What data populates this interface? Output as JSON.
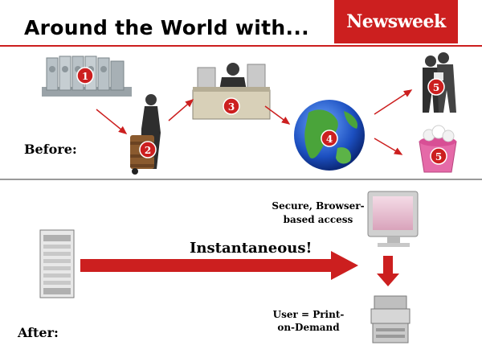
{
  "header": {
    "title": "Around the World with...",
    "brand": "Newsweek"
  },
  "sections": {
    "before_label": "Before:",
    "after_label": "After:"
  },
  "steps": [
    "1",
    "2",
    "3",
    "4",
    "5",
    "5"
  ],
  "after": {
    "arrow_label": "Instantaneous!",
    "access_label": "Secure, Browser-based access",
    "access_line1": "Secure, Browser-",
    "access_line2": "based access",
    "print_line1": "User = Print-",
    "print_line2": "on-Demand"
  },
  "colors": {
    "accent": "#cc1f1f",
    "badge": "#cc1f1f",
    "divider": "#9a9a9a"
  },
  "icons": [
    "printing-press-icon",
    "cart-worker-icon",
    "newsstand-icon",
    "globe-icon",
    "reader-icon",
    "wastebasket-icon",
    "server-icon",
    "monitor-icon",
    "printer-icon"
  ]
}
